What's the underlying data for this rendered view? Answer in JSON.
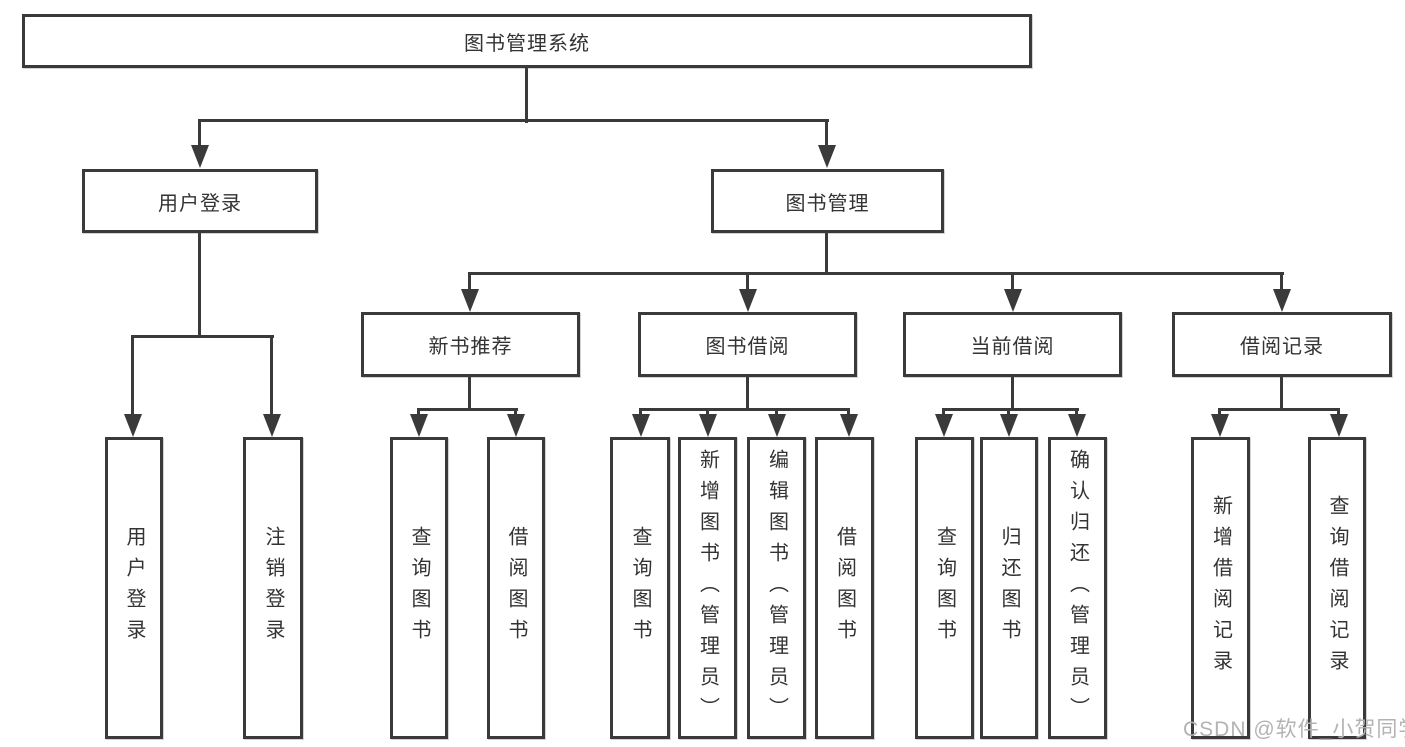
{
  "colors": {
    "line": "#3a3a3a",
    "text": "#333333",
    "background": "#ffffff",
    "watermark_gray": "#b3b3b3"
  },
  "watermark": {
    "text": "CSDN @软件_小贺同学"
  },
  "root": {
    "label": "图书管理系统",
    "children": [
      {
        "label": "用户登录",
        "children": [
          {
            "label": "用户登录"
          },
          {
            "label": "注销登录"
          }
        ]
      },
      {
        "label": "图书管理",
        "children": [
          {
            "label": "新书推荐",
            "children": [
              {
                "label": "查询图书"
              },
              {
                "label": "借阅图书"
              }
            ]
          },
          {
            "label": "图书借阅",
            "children": [
              {
                "label": "查询图书"
              },
              {
                "label": "新增图书（管理员）"
              },
              {
                "label": "编辑图书（管理员）"
              },
              {
                "label": "借阅图书"
              }
            ]
          },
          {
            "label": "当前借阅",
            "children": [
              {
                "label": "查询图书"
              },
              {
                "label": "归还图书"
              },
              {
                "label": "确认归还（管理员）"
              }
            ]
          },
          {
            "label": "借阅记录",
            "children": [
              {
                "label": "新增借阅记录"
              },
              {
                "label": "查询借阅记录"
              }
            ]
          }
        ]
      }
    ]
  }
}
